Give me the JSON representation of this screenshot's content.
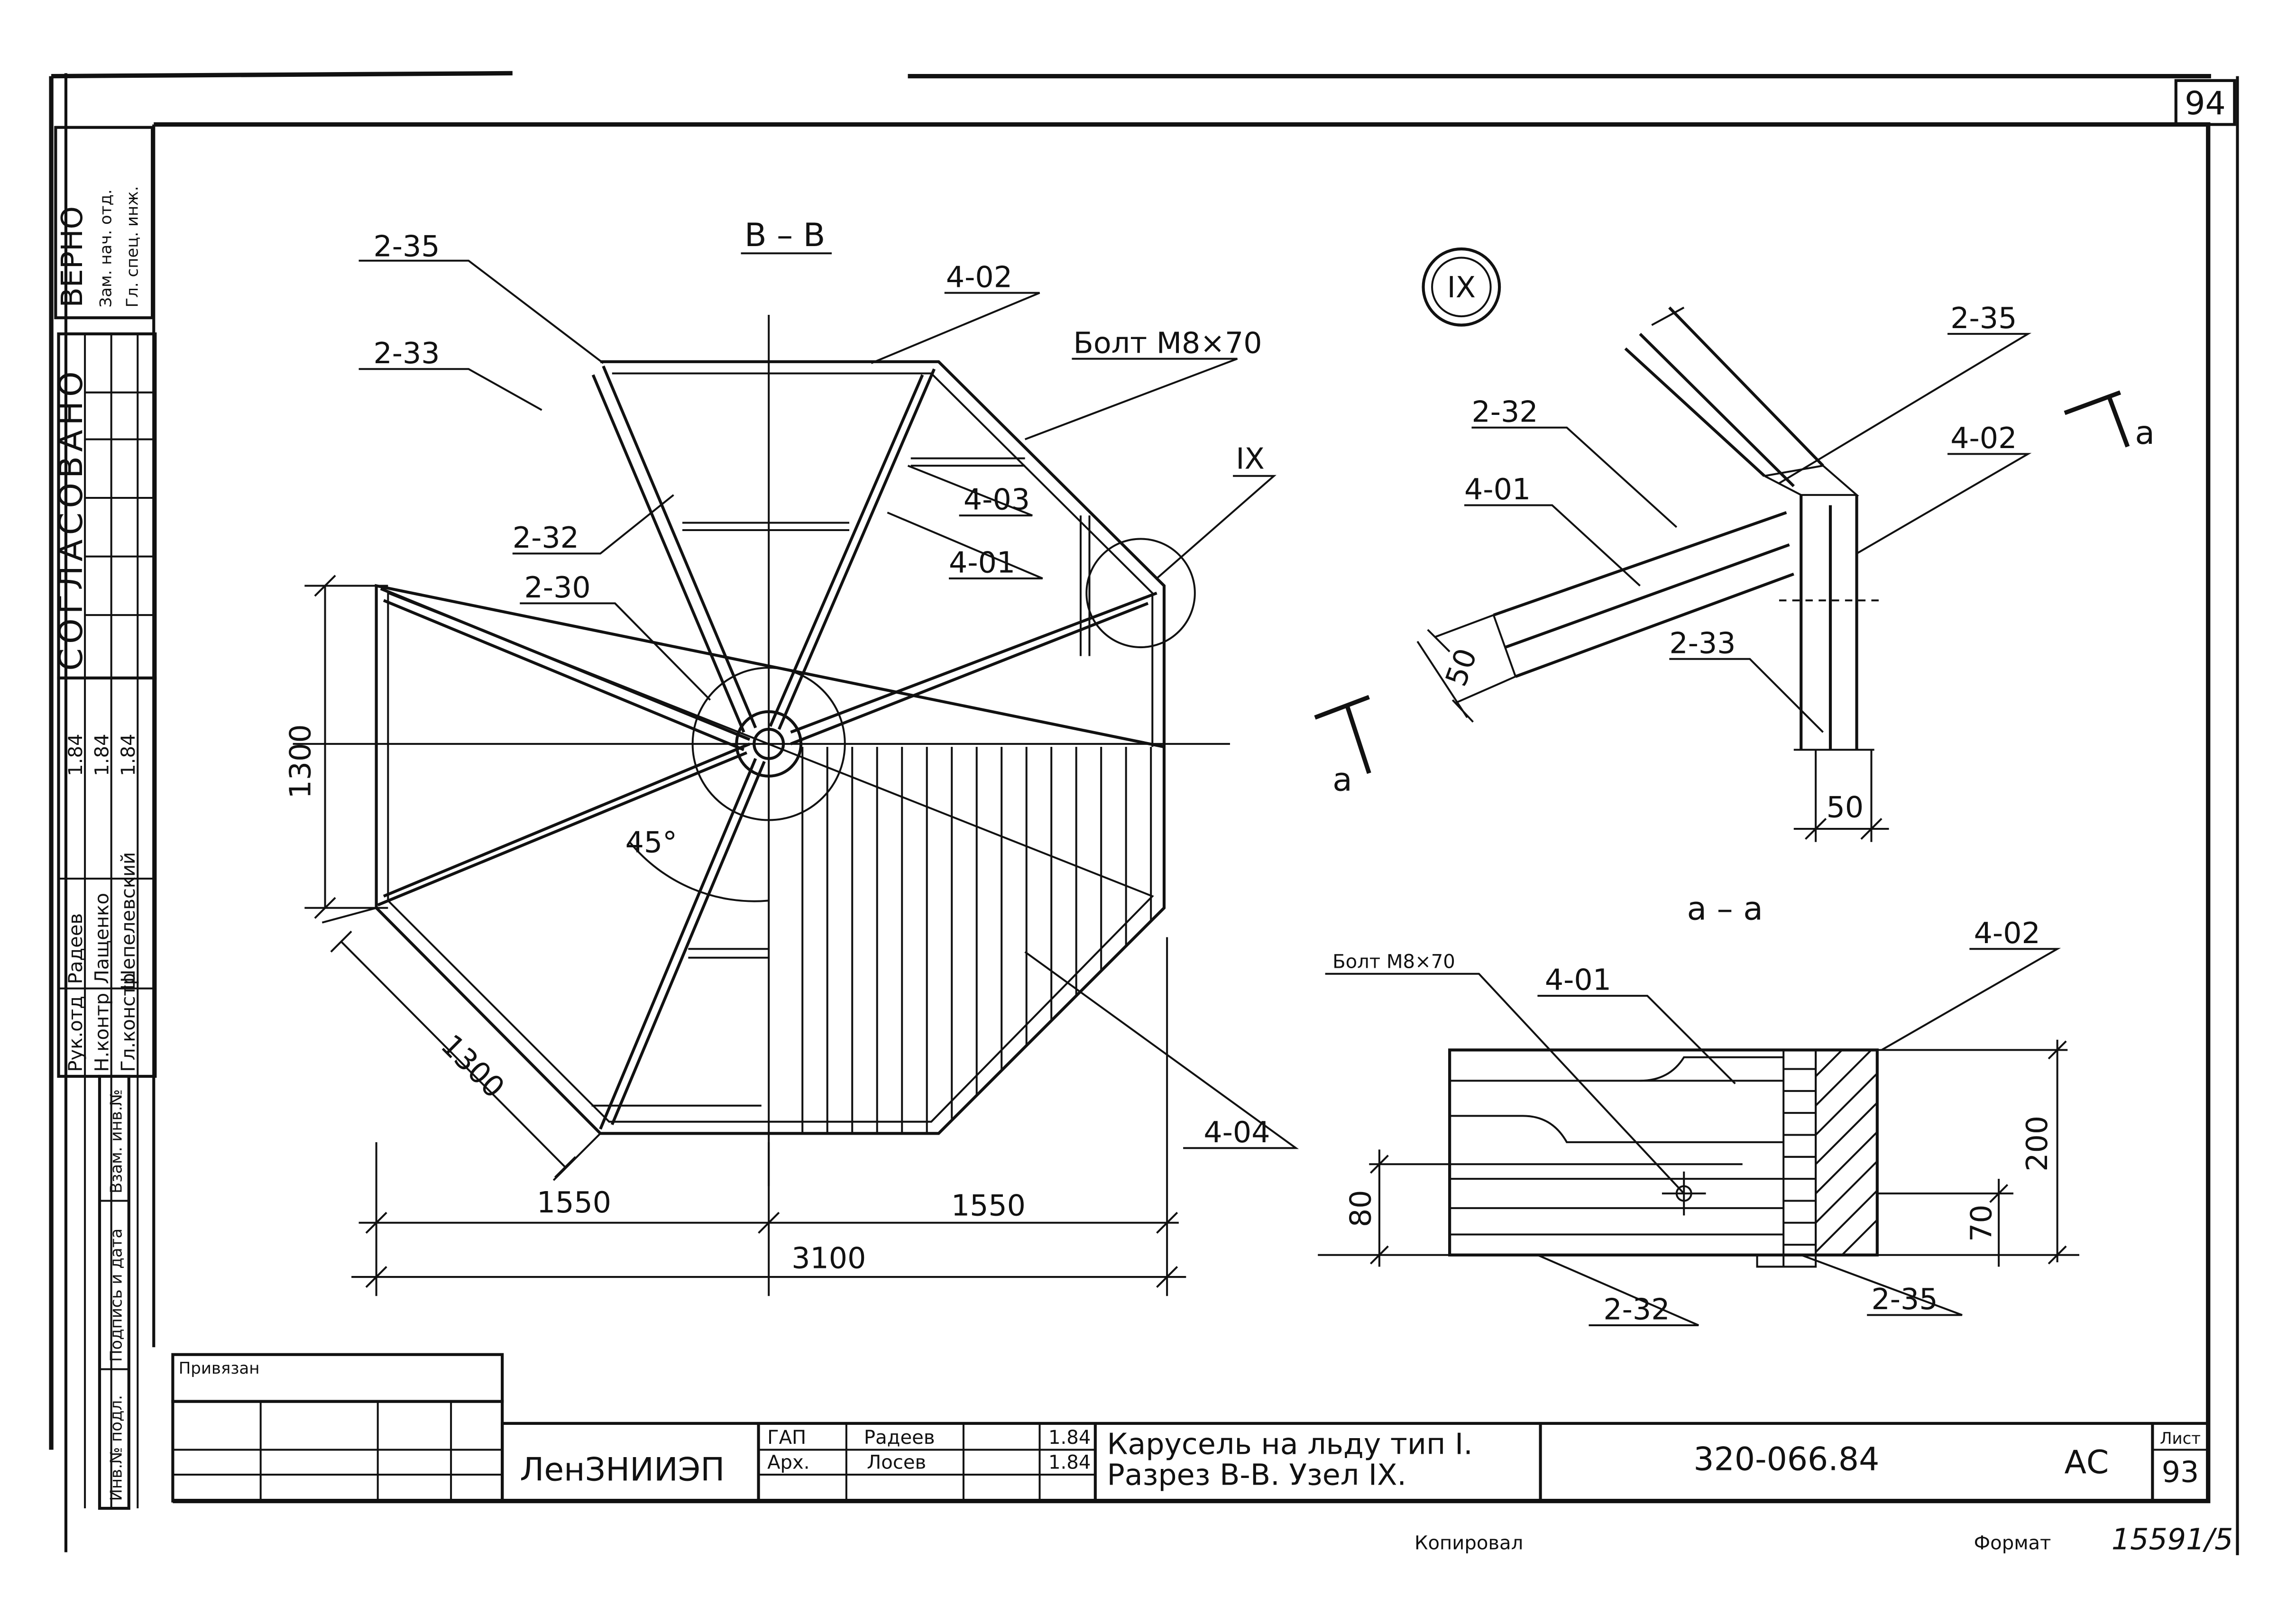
{
  "sheet_number": "94",
  "stamp": {
    "line1": "ВЕРНО",
    "line2": "Зам. нач. отд.",
    "line3": "Гл. спец. инж."
  },
  "side_strip": {
    "approved": "СОГЛАСОВАНО",
    "roles": [
      "Рук.отд",
      "Н.контр",
      "Гл.констр"
    ],
    "names": [
      "Радеев",
      "Лащенко",
      "Шепелевский"
    ],
    "dates": [
      "1.84",
      "1.84",
      "1.84"
    ],
    "fields": [
      "Инв.№ подл.",
      "Подпись и дата",
      "Взам. инв.№"
    ]
  },
  "main_view": {
    "title": "В – В",
    "callouts": [
      "2-35",
      "2-33",
      "2-32",
      "2-30",
      "4-02",
      "Болт M8×70",
      "4-03",
      "4-01",
      "IX",
      "4-04"
    ],
    "dims": {
      "left_vertical": "1300",
      "diagonal": "1300",
      "angle": "45°",
      "half_left": "1550",
      "half_right": "1550",
      "total": "3100"
    }
  },
  "node_view": {
    "marker": "IX",
    "callouts": [
      "2-32",
      "4-01",
      "2-35",
      "4-02",
      "2-33"
    ],
    "section_marks": [
      "а",
      "а"
    ],
    "dims": {
      "diag": "50",
      "bottom": "50"
    }
  },
  "section_aa": {
    "title": "а – а",
    "callouts": [
      "Болт M8×70",
      "4-01",
      "4-02",
      "2-32",
      "2-35"
    ],
    "dims": {
      "left": "80",
      "right_inner": "70",
      "right_outer": "200"
    }
  },
  "title_block": {
    "bound": "Привязан",
    "org": "ЛенЗНИИЭП",
    "roles": [
      "ГАП",
      "Арх."
    ],
    "names": [
      "Радеев",
      "Лосев"
    ],
    "dates": [
      "1.84",
      "1.84"
    ],
    "drawing_title_1": "Карусель на льду тип I.",
    "drawing_title_2": "Разрез В-В. Узел IX.",
    "code": "320-066.84",
    "stage": "АС",
    "sheet_label": "Лист",
    "sheet_value": "93"
  },
  "footer": {
    "copied": "Копировал",
    "format": "Формат",
    "inv": "15591/5"
  }
}
